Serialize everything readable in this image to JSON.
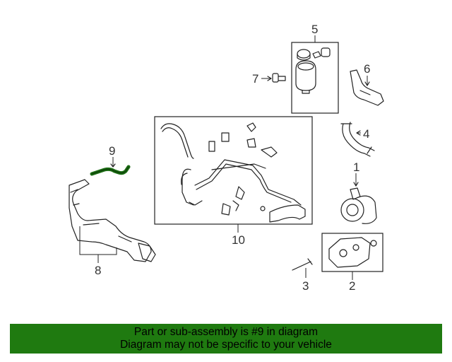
{
  "callouts": {
    "c1": "1",
    "c2": "2",
    "c3": "3",
    "c4": "4",
    "c5": "5",
    "c6": "6",
    "c7": "7",
    "c8": "8",
    "c9": "9",
    "c10": "10"
  },
  "highlight_color": "#1a6b12",
  "banner": {
    "line1": "Part or sub-assembly is #9 in diagram",
    "line2": "Diagram may not be specific to your vehicle",
    "background": "#1f7a10"
  }
}
